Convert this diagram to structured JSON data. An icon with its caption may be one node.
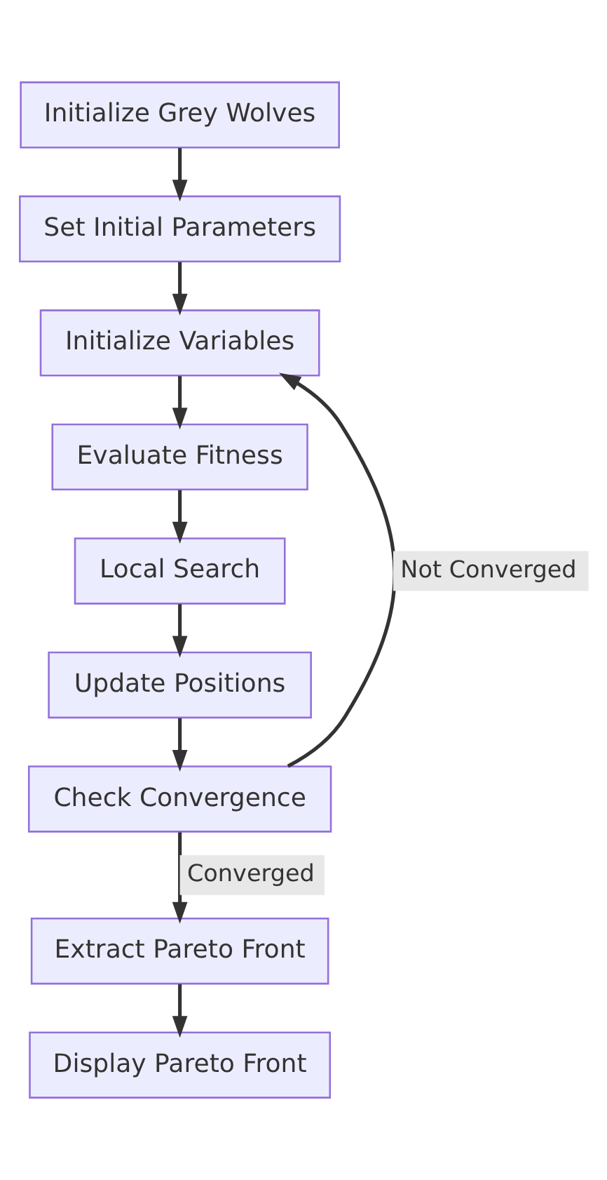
{
  "diagram": {
    "nodes": [
      {
        "text": [
          "Initialize Grey Wolves"
        ]
      },
      {
        "text": [
          "Set Initial Parameters"
        ]
      },
      {
        "text": [
          "Initialize Variables"
        ]
      },
      {
        "text": [
          "Evaluate Fitness"
        ]
      },
      {
        "text": [
          "Local Search"
        ]
      },
      {
        "text": [
          "Update Positions"
        ]
      },
      {
        "text": [
          "Check Convergence"
        ]
      },
      {
        "text": [
          "Extract Pareto Front"
        ]
      },
      {
        "text": [
          "Display Pareto Front"
        ]
      }
    ],
    "edges": [
      {
        "from": 0,
        "to": 1,
        "arrow": "to"
      },
      {
        "from": 1,
        "to": 2,
        "arrow": "to"
      },
      {
        "from": 2,
        "to": 3,
        "arrow": "to"
      },
      {
        "from": 3,
        "to": 4,
        "arrow": "to"
      },
      {
        "from": 4,
        "to": 5,
        "arrow": "to"
      },
      {
        "from": 5,
        "to": 6,
        "arrow": "to"
      },
      {
        "from": 6,
        "to": 2,
        "arrow": "to",
        "label": "Not Converged"
      },
      {
        "from": 6,
        "to": 7,
        "arrow": "to",
        "label": "Converged"
      },
      {
        "from": 7,
        "to": 8,
        "arrow": "to"
      }
    ]
  }
}
